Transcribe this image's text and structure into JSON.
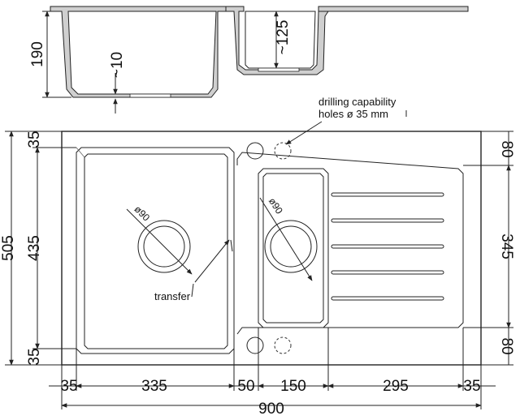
{
  "section_view": {
    "depth_main": "190",
    "depth_small": "~125",
    "wall_thickness": "~10"
  },
  "top_view": {
    "height_total": "505",
    "height_inner": "435",
    "margin_top": "35",
    "margin_bottom": "35",
    "drainer_top": "80",
    "drainer_mid": "345",
    "drainer_bottom": "80",
    "width_segments": [
      "35",
      "335",
      "50",
      "150",
      "295",
      "35"
    ],
    "width_total": "900",
    "drain_main": "ø90",
    "drain_small": "ø90"
  },
  "labels": {
    "drilling_line1": "drilling capability",
    "drilling_line2": "holes ø 35 mm",
    "transfer": "transfer"
  }
}
